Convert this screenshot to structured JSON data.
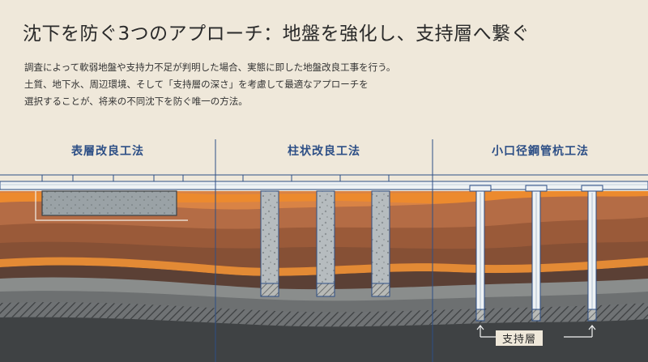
{
  "title": "沈下を防ぐ3つのアプローチ：地盤を強化し、支持層へ繋ぐ",
  "description": [
    "調査によって軟弱地盤や支持力不足が判明した場合、実態に即した地盤改良工事を行う。",
    "土質、地下水、周辺環境、そして「支持層の深さ」を考慮して最適なアプローチを",
    "選択することが、将来の不同沈下を防ぐ唯一の方法。"
  ],
  "methods": [
    {
      "label": "表層改良工法"
    },
    {
      "label": "柱状改良工法"
    },
    {
      "label": "小口径鋼管杭工法"
    }
  ],
  "support_layer_label": "支持層",
  "colors": {
    "accent_blue": "#2d4f86",
    "orange": "#e2822a",
    "soil_brown": "#a9643f",
    "bearing_dark": "#3f4244"
  }
}
